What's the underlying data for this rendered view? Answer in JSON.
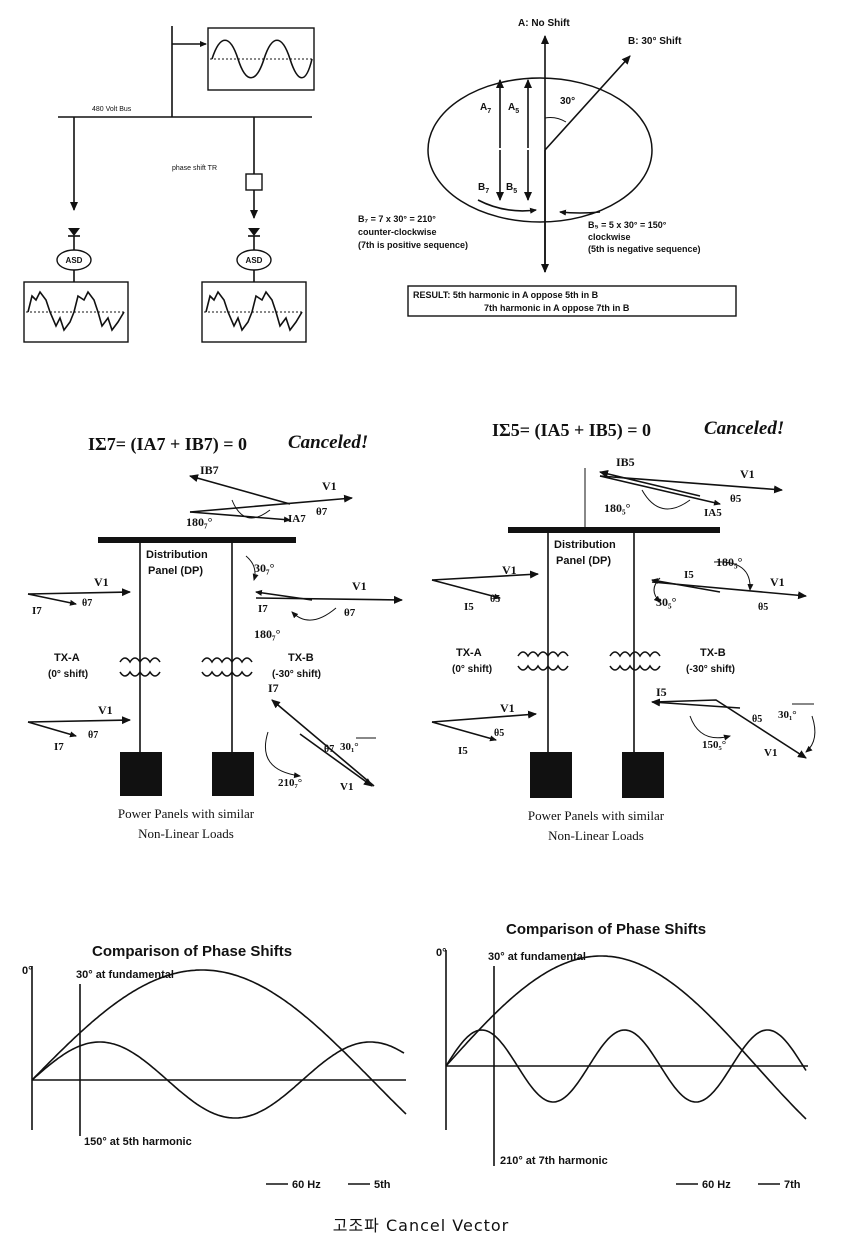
{
  "top_left": {
    "bus_label": "480 Volt Bus",
    "tr_label": "phase shift TR",
    "asd_label": "ASD"
  },
  "top_right": {
    "axis_a": "A: No Shift",
    "axis_b": "B: 30° Shift",
    "angle": "30°",
    "a7": "A",
    "a7_sub": "7",
    "a5": "A",
    "a5_sub": "5",
    "b7": "B",
    "b7_sub": "7",
    "b5": "B",
    "b5_sub": "5",
    "b7_eq_line1": "B₇ = 7 x 30° = 210°",
    "b7_eq_line2": "counter-clockwise",
    "b7_eq_line3": "(7th is positive sequence)",
    "b5_eq_line1": "B₅ = 5 x 30° = 150°",
    "b5_eq_line2": "clockwise",
    "b5_eq_line3": "(5th is negative sequence)",
    "result_line1": "RESULT: 5th harmonic in A oppose 5th in B",
    "result_line2": "7th harmonic in A oppose 7th in B"
  },
  "mid_left": {
    "equation": "IΣ7= (IA7 + IB7) = 0",
    "canceled": "Canceled!",
    "ib7": "IB7",
    "v1": "V1",
    "angle_180": "180₇°",
    "theta7": "θ7",
    "ia7": "IA7",
    "dp_line1": "Distribution",
    "dp_line2": "Panel (DP)",
    "angle_30": "30₇°",
    "i7": "I7",
    "txa": "TX-A",
    "txa_shift": "(0° shift)",
    "txb": "TX-B",
    "txb_shift": "(-30° shift)",
    "angle_301": "30₁°",
    "angle_210": "210₇°",
    "panels_line1": "Power Panels with similar",
    "panels_line2": "Non-Linear Loads"
  },
  "mid_right": {
    "equation": "IΣ5= (IA5 + IB5) = 0",
    "canceled": "Canceled!",
    "ib5": "IB5",
    "v1": "V1",
    "angle_180": "180₅°",
    "theta5": "θ5",
    "ia5": "IA5",
    "dp_line1": "Distribution",
    "dp_line2": "Panel (DP)",
    "angle_30": "30₅°",
    "i5": "I5",
    "txa": "TX-A",
    "txa_shift": "(0° shift)",
    "txb": "TX-B",
    "txb_shift": "(-30° shift)",
    "angle_301": "30₁°",
    "angle_150": "150₅°",
    "panels_line1": "Power Panels with similar",
    "panels_line2": "Non-Linear Loads"
  },
  "chart_left": {
    "title": "Comparison of Phase Shifts",
    "zero_label": "0°",
    "top_note": "30° at fundamental",
    "bottom_note": "150° at 5th harmonic",
    "legend_1": "60 Hz",
    "legend_2": "5th"
  },
  "chart_right": {
    "title": "Comparison of Phase Shifts",
    "zero_label": "0°",
    "top_note": "30° at fundamental",
    "bottom_note": "210° at 7th harmonic",
    "legend_1": "60 Hz",
    "legend_2": "7th"
  },
  "caption": "고조파 Cancel Vector",
  "chart_data": [
    {
      "type": "line",
      "title": "Comparison of Phase Shifts",
      "series": [
        {
          "name": "60 Hz",
          "harmonic": 1
        },
        {
          "name": "5th",
          "harmonic": 5
        }
      ]
    },
    {
      "type": "line",
      "title": "Comparison of Phase Shifts",
      "series": [
        {
          "name": "60 Hz",
          "harmonic": 1
        },
        {
          "name": "7th",
          "harmonic": 7
        }
      ]
    }
  ]
}
